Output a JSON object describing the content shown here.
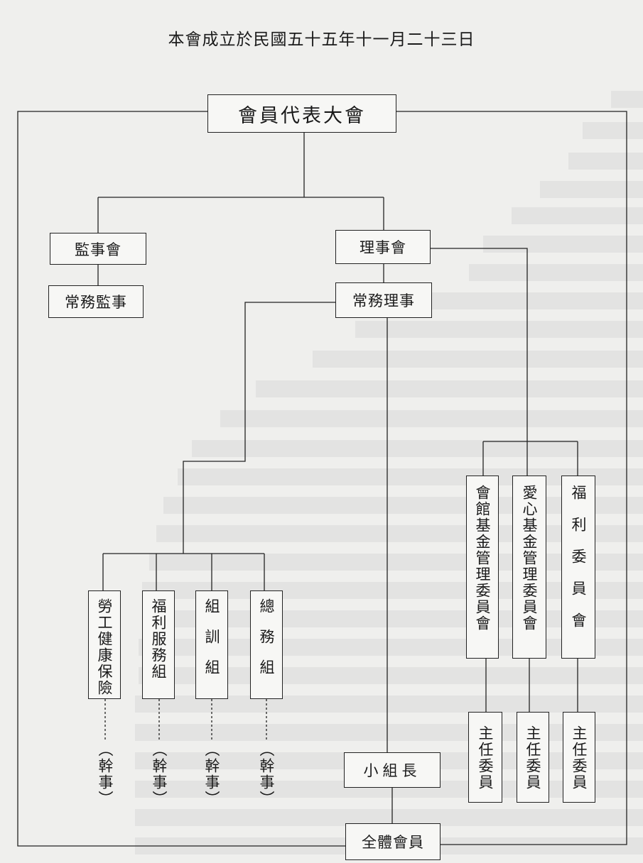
{
  "header": {
    "date_text": "本會成立於民國五十五年十一月二十三日"
  },
  "org": {
    "assembly": "會員代表大會",
    "supervisors_board": "監事會",
    "standing_supervisor": "常務監事",
    "directors_board": "理事會",
    "standing_director": "常務理事",
    "groups": [
      "勞工健康保險",
      "福利服務組",
      "組訓組",
      "總務組"
    ],
    "group_officer": "（幹事）",
    "committees": [
      "會館基金管理委員會",
      "愛心基金管理委員會",
      "福利委員會"
    ],
    "committee_head": "主任委員",
    "team_leader": "小組長",
    "all_members": "全體會員"
  }
}
